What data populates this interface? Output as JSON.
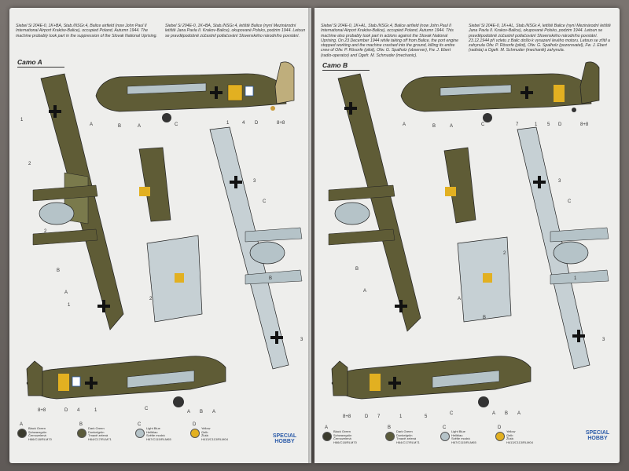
{
  "left": {
    "caption1": "Siebel Si 204E-0, 1K+BA, Stab./NSGr.4, Balice airfield (now John Paul II International Airport Kraków-Balice), occupied Poland, Autumn 1944. The machine probably took part in the suppression of the Slovak National Uprising.",
    "caption2": "Siebel Si 204E-0, 1K+BA, Stab./NSGr.4, letiště Balice (nyní Mezinárodní letiště Jana Pavla II. Krakov-Balice), okupované Polsko, podzim 1944. Letoun se pravděpodobně zúčastnil potlačování Slovenského národního povstání.",
    "camo": "Camo A",
    "labels": [
      "A",
      "B",
      "A",
      "C",
      "1",
      "4",
      "D",
      "8+8",
      "1",
      "2",
      "3",
      "C",
      "2",
      "B",
      "A",
      "1",
      "2",
      "3",
      "B",
      "8+8",
      "D",
      "4",
      "1",
      "C",
      "A",
      "B",
      "A"
    ],
    "legend": [
      {
        "letter": "A",
        "text": "Black Green\nSchwarzgrün\nČernozelená\nH66/C18/RLM70",
        "color": "#3a3a2c"
      },
      {
        "letter": "B",
        "text": "Dark Green\nDunkelgrün\nTmavě zelená\nH64/C17/RLM71",
        "color": "#5a5a3a"
      },
      {
        "letter": "C",
        "text": "Light Blue\nHellblau\nSvětle modrá\nH67/C115/RLM65",
        "color": "#b5c3c8"
      },
      {
        "letter": "D",
        "text": "Yellow\nGelb\nŽlutá\nH413/C113/RLM04",
        "color": "#e2b021"
      }
    ],
    "logo": "SPECIAL HOBBY"
  },
  "right": {
    "caption1": "Siebel Si 204E-0, 1K+AL, Stab./NSGr.4, Balice airfield (now John Paul II International Airport Kraków-Balice), occupied Poland, Autumn 1944. This machine also probably took part in actions against the Slovak National Uprising. On 23 December 1944 while taking off from Balice, the port engine stopped working and the machine crashed into the ground, killing its entire crew of Ofw. P. Rösorfe (pilot), Ofw. G. Spalholz (observer), Fw. J. Ebert (radio-operator) and Ogefr. M. Schmuder (mechanic).",
    "caption2": "Siebel Si 204E-0, 1K+AL, Stab./NSGr.4, letiště Balice (nyní Mezinárodní letiště Jana Pavla II. Krakov-Balice), okupované Polsko, podzim 1944. Letoun se pravděpodobně zúčastnil potlačování Slovenského národního povstání. 23.12.1944 při vzletu z Balic došlo k vysazení levého motoru. Letoun se zřítil a zahynula Ofw. P. Rösorfe (pilot), Ofw. G. Spalholz (pozorovatel), Fw. J. Ebert (radista) a Ogefr. M. Schmuder (mechanik) zahynula.",
    "camo": "Camo B",
    "labels": [
      "A",
      "B",
      "A",
      "C",
      "7",
      "1",
      "5",
      "D",
      "8+8",
      "3",
      "C",
      "A",
      "B",
      "A",
      "1",
      "2",
      "3",
      "B",
      "8+8",
      "D",
      "7",
      "1",
      "5",
      "C",
      "A",
      "B",
      "A"
    ],
    "legend": [
      {
        "letter": "A",
        "text": "Black Green\nSchwarzgrün\nČernozelená\nH66/C18/RLM70",
        "color": "#3a3a2c"
      },
      {
        "letter": "B",
        "text": "Dark Green\nDunkelgrün\nTmavě zelená\nH64/C17/RLM71",
        "color": "#5a5a3a"
      },
      {
        "letter": "C",
        "text": "Light Blue\nHellblau\nSvětle modrá\nH67/C115/RLM65",
        "color": "#b5c3c8"
      },
      {
        "letter": "D",
        "text": "Yellow\nGelb\nŽlutá\nH413/C113/RLM04",
        "color": "#e2b021"
      }
    ],
    "logo": "SPECIAL HOBBY"
  },
  "markings": {
    "left_code": "B",
    "right_code": "A"
  }
}
